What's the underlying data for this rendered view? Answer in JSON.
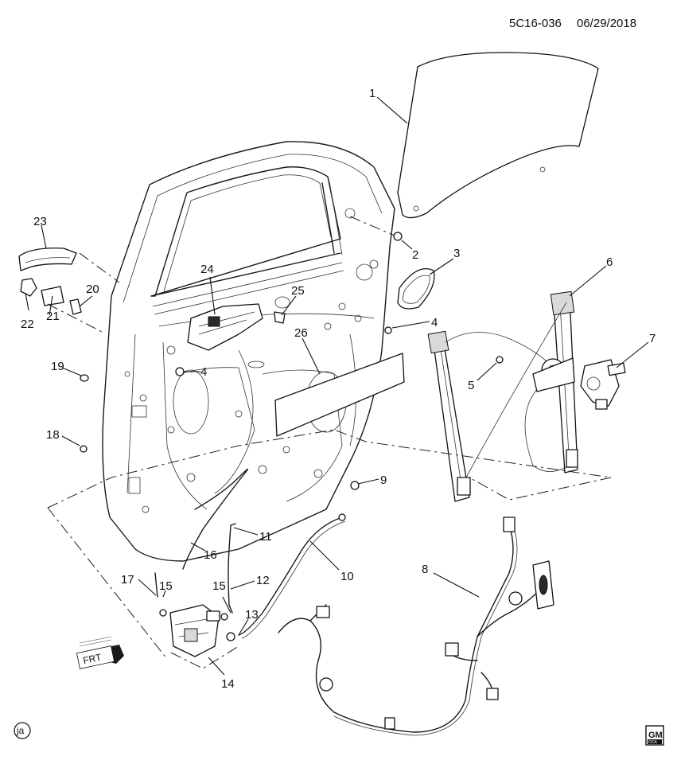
{
  "header": {
    "ref": "5C16-036",
    "date": "06/29/2018"
  },
  "callouts": [
    "1",
    "2",
    "3",
    "4",
    "4",
    "5",
    "6",
    "7",
    "8",
    "9",
    "10",
    "11",
    "12",
    "13",
    "14",
    "15",
    "15",
    "16",
    "17",
    "18",
    "19",
    "20",
    "21",
    "22",
    "23",
    "24",
    "25",
    "26"
  ],
  "badges": {
    "corner": "ja",
    "logo_top": "GM",
    "logo_bottom": "OCA",
    "front_arrow": "FRT"
  }
}
